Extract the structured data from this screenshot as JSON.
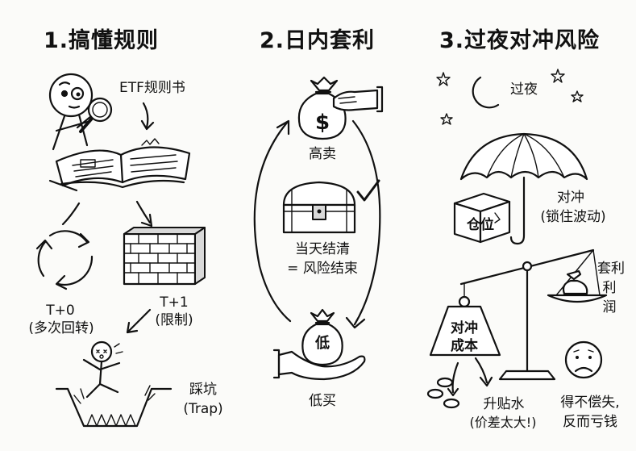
{
  "panels": [
    {
      "title": "1.搞懂规则",
      "labels": {
        "rulebook": "ETF规则书",
        "t0": "T+0",
        "t0_desc": "(多次回转)",
        "t1": "T+1",
        "t1_desc": "(限制)",
        "trap": "踩坑",
        "trap_en": "(Trap)"
      }
    },
    {
      "title": "2.日内套利",
      "labels": {
        "money_sign": "$",
        "sell_high": "高卖",
        "same_day_1": "当天结清",
        "same_day_2": "= 风险结束",
        "low_bag": "低",
        "buy_low": "低买"
      }
    },
    {
      "title": "3.过夜对冲风险",
      "labels": {
        "overnight": "过夜",
        "position": "仓位",
        "hedge": "对冲",
        "hedge_desc": "(锁住波动)",
        "arb_profit_1": "套利",
        "arb_profit_2": "利",
        "arb_profit_3": "润",
        "hedge_cost_1": "对冲",
        "hedge_cost_2": "成本",
        "premium": "升贴水",
        "premium_desc": "(价差太大!)",
        "not_worth_1": "得不偿失,",
        "not_worth_2": "反而亏钱"
      }
    }
  ]
}
